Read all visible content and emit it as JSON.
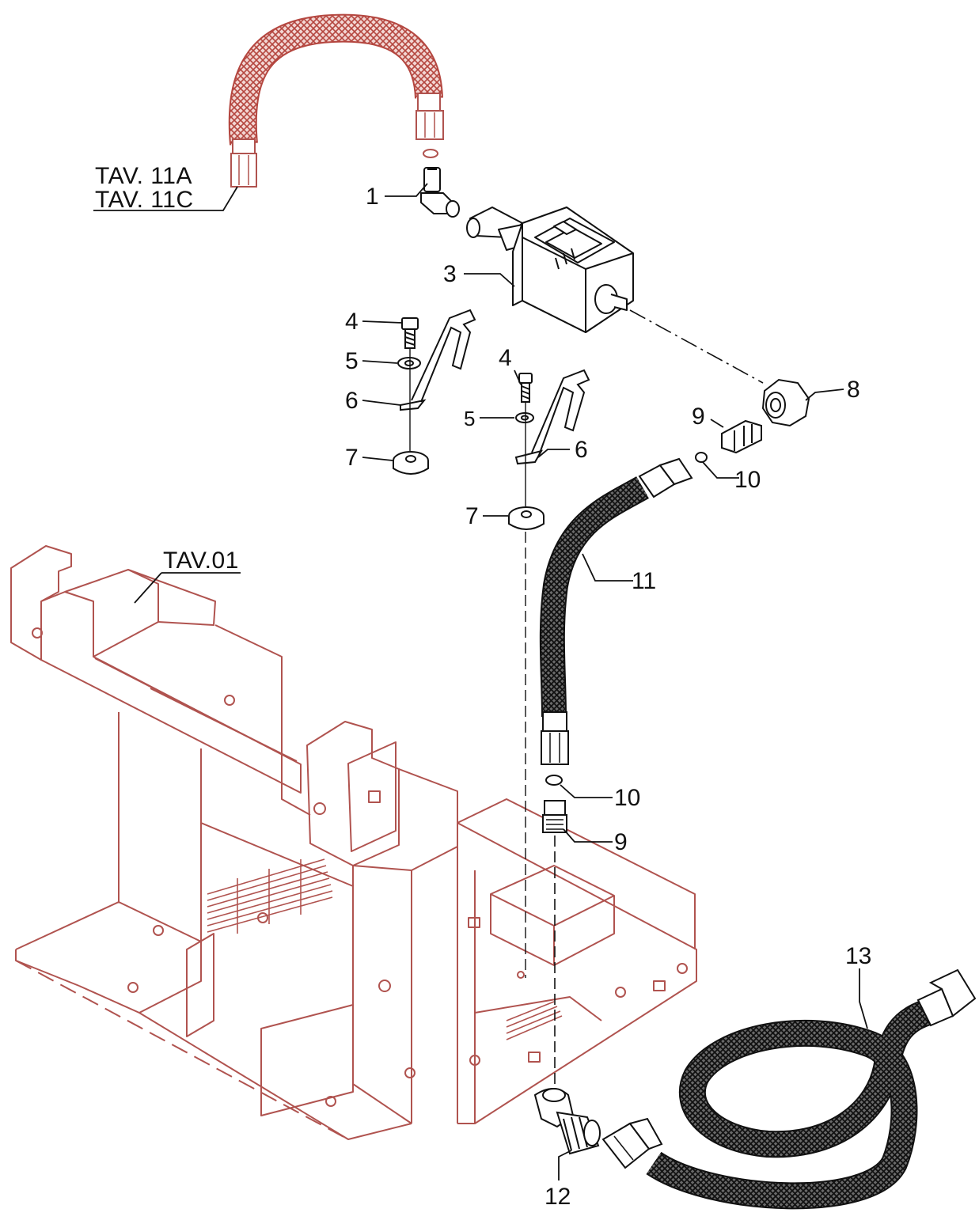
{
  "diagram": {
    "ref_labels": {
      "tav_11a": "TAV. 11A",
      "tav_11c": "TAV. 11C",
      "tav_01": "TAV.01"
    },
    "callouts": {
      "c1": "1",
      "c3": "3",
      "c4a": "4",
      "c5a": "5",
      "c6a": "6",
      "c7a": "7",
      "c4b": "4",
      "c5b": "5",
      "c6b": "6",
      "c7b": "7",
      "c8": "8",
      "c9a": "9",
      "c10a": "10",
      "c11": "11",
      "c10b": "10",
      "c9b": "9",
      "c12": "12",
      "c13": "13"
    },
    "colors": {
      "ink": "#111111",
      "frame": "#b0534f",
      "hose_red": "#b4463f",
      "hose_dark": "#2a2a2a"
    }
  }
}
